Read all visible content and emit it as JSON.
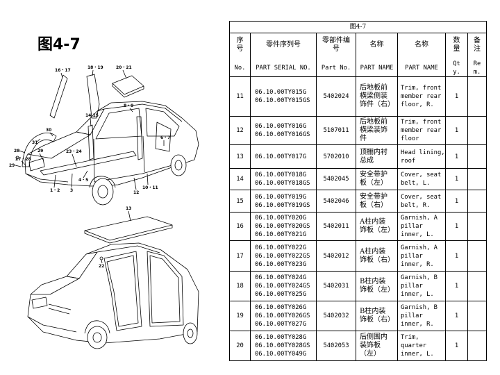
{
  "page": {
    "figure_title": "图4-7"
  },
  "diagram": {
    "top_callouts": [
      "16・17",
      "18・19",
      "20・21",
      "8・9",
      "14.15",
      "30",
      "31",
      "28",
      "29",
      "27・28",
      "29",
      "23・24",
      "6・7",
      "4・5",
      "3",
      "1・2",
      "12",
      "10・11"
    ],
    "bottom_callouts": [
      "13",
      "22"
    ]
  },
  "table": {
    "caption": "图4-7",
    "headers": {
      "no": {
        "zh": "序号",
        "en": "No."
      },
      "serial": {
        "zh": "零件序列号",
        "en": "PART SERIAL NO."
      },
      "part_no": {
        "zh": "零部件编号",
        "en": "Part No."
      },
      "name_zh": {
        "zh": "名称",
        "en": "PART NAME"
      },
      "name_en": {
        "zh": "名称",
        "en": "PART NAME"
      },
      "qty": {
        "zh": "数量",
        "en": "Qty."
      },
      "rem": {
        "zh": "备注",
        "en": "Rem."
      }
    },
    "rows": [
      {
        "no": "11",
        "serial": [
          "06.10.00TY015G",
          "06.10.00TY015GS"
        ],
        "part_no": "5402024",
        "name_zh": "后地板前横梁侧装饰件（右）",
        "name_en": "Trim, front member rear floor, R.",
        "qty": "1"
      },
      {
        "no": "12",
        "serial": [
          "06.10.00TY016G",
          "06.10.00TY016GS"
        ],
        "part_no": "5107011",
        "name_zh": "后地板前横梁装饰件",
        "name_en": "Trim, front member rear floor",
        "qty": "1"
      },
      {
        "no": "13",
        "serial": [
          "06.10.00TY017G"
        ],
        "part_no": "5702010",
        "name_zh": "顶棚内衬总成",
        "name_en": "Head lining, roof",
        "qty": "1"
      },
      {
        "no": "14",
        "serial": [
          "06.10.00TY018G",
          "06.10.00TY018GS"
        ],
        "part_no": "5402045",
        "name_zh": "安全带护板（左）",
        "name_en": "Cover, seat belt, L.",
        "qty": "1"
      },
      {
        "no": "15",
        "serial": [
          "06.10.00TY019G",
          "06.10.00TY019GS"
        ],
        "part_no": "5402046",
        "name_zh": "安全带护板（右）",
        "name_en": "Cover, seat belt, R.",
        "qty": "1"
      },
      {
        "no": "16",
        "serial": [
          "06.10.00TY020G",
          "06.10.00TY020GS",
          "06.10.00TY021G"
        ],
        "part_no": "5402011",
        "name_zh": "A柱内装饰板（左）",
        "name_en": "Garnish, A pillar inner, L.",
        "qty": "1"
      },
      {
        "no": "17",
        "serial": [
          "06.10.00TY022G",
          "06.10.00TY022GS",
          "06.10.00TY023G"
        ],
        "part_no": "5402012",
        "name_zh": "A柱内装饰板（右）",
        "name_en": "Garnish, A pillar inner, R.",
        "qty": "1"
      },
      {
        "no": "18",
        "serial": [
          "06.10.00TY024G",
          "06.10.00TY024GS",
          "06.10.00TY025G"
        ],
        "part_no": "5402031",
        "name_zh": "B柱内装饰板（左）",
        "name_en": "Garnish, B pillar inner, L.",
        "qty": "1"
      },
      {
        "no": "19",
        "serial": [
          "06.10.00TY026G",
          "06.10.00TY026GS",
          "06.10.00TY027G"
        ],
        "part_no": "5402032",
        "name_zh": "B柱内装饰板（右）",
        "name_en": "Garnish, B pillar inner, R.",
        "qty": "1"
      },
      {
        "no": "20",
        "serial": [
          "06.10.00TY028G",
          "06.10.00TY028GS",
          "06.10.00TY049G"
        ],
        "part_no": "5402053",
        "name_zh": "后侧围内装饰板（左）",
        "name_en": "Trim, quarter inner, L.",
        "qty": "1"
      }
    ]
  }
}
